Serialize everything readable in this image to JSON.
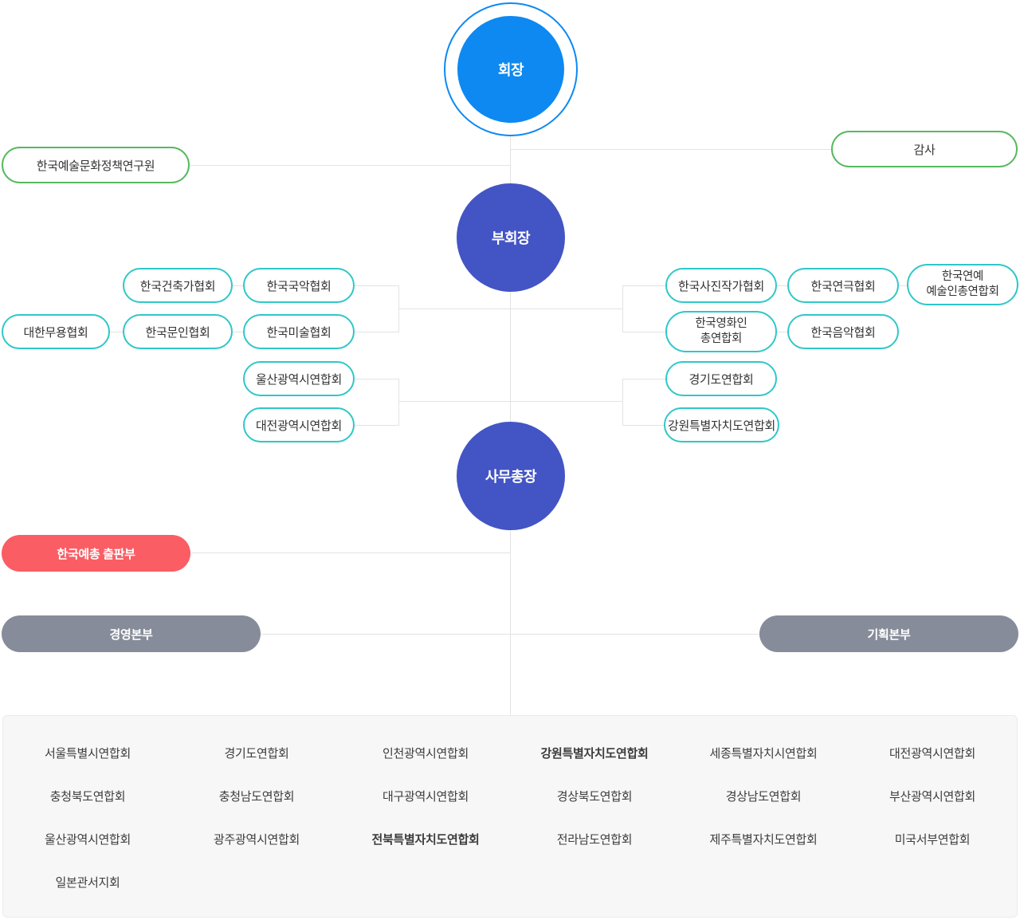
{
  "org_chart": {
    "chairman": {
      "label": "회장"
    },
    "vice_chairman": {
      "label": "부회장"
    },
    "secretary_general": {
      "label": "사무총장"
    },
    "policy_institute": {
      "label": "한국예술문화정책연구원"
    },
    "audit": {
      "label": "감사"
    },
    "publishing_dept": {
      "label": "한국예총 출판부"
    },
    "management_hq": {
      "label": "경영본부"
    },
    "planning_hq": {
      "label": "기획본부"
    },
    "left_associations": [
      {
        "label": "한국건축가협회"
      },
      {
        "label": "한국국악협회"
      },
      {
        "label": "대한무용협회"
      },
      {
        "label": "한국문인협회"
      },
      {
        "label": "한국미술협회"
      },
      {
        "label": "울산광역시연합회"
      },
      {
        "label": "대전광역시연합회"
      }
    ],
    "right_associations": [
      {
        "label": "한국사진작가협회"
      },
      {
        "label": "한국연극협회"
      },
      {
        "label": "한국연예\n예술인총연합회"
      },
      {
        "label": "한국영화인\n총연합회"
      },
      {
        "label": "한국음악협회"
      },
      {
        "label": "경기도연합회"
      },
      {
        "label": "강원특별자치도연합회"
      }
    ],
    "regions": {
      "rows": [
        [
          "서울특별시연합회",
          "경기도연합회",
          "인천광역시연합회",
          "강원특별자치도연합회",
          "세종특별자치시연합회",
          "대전광역시연합회"
        ],
        [
          "충청북도연합회",
          "충청남도연합회",
          "대구광역시연합회",
          "경상북도연합회",
          "경상남도연합회",
          "부산광역시연합회"
        ],
        [
          "울산광역시연합회",
          "광주광역시연합회",
          "전북특별자치도연합회",
          "전라남도연합회",
          "제주특별자치도연합회",
          "미국서부연합회"
        ],
        [
          "일본관서지회"
        ]
      ]
    },
    "colors": {
      "chairman_blue": "#0d89f1",
      "executive_indigo": "#4355c4",
      "green_outline": "#57b95f",
      "teal_outline": "#2fc7c9",
      "publishing_red": "#fa5d64",
      "hq_gray": "#868c99",
      "connector_gray": "#e3e3e3",
      "regions_box_bg": "#f7f7f7"
    }
  }
}
